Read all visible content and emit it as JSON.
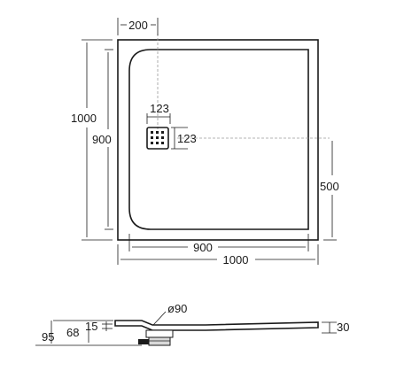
{
  "plan_view": {
    "drain_offset_top": "200",
    "outer_width": "1000",
    "inner_width": "900",
    "outer_height": "1000",
    "inner_height": "900",
    "drain_offset_side": "500",
    "grate_width": "123",
    "grate_height": "123"
  },
  "section_view": {
    "waste_diameter": "ø90",
    "tray_thickness": "30",
    "lip_height": "15",
    "waste_depth": "68",
    "total_depth": "95"
  }
}
